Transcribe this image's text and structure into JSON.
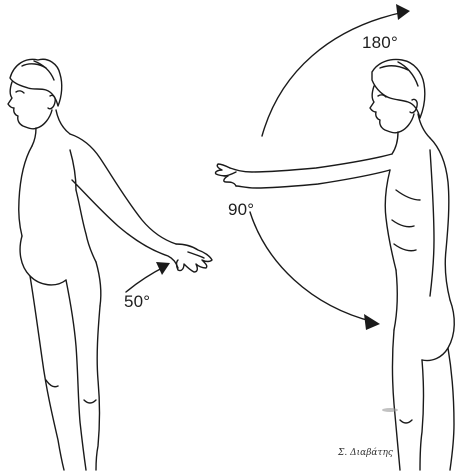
{
  "figure": {
    "labels": {
      "flexion": "180°",
      "horizontal": "90°",
      "extension": "50°"
    },
    "signature": "Σ. Διαβάτης",
    "line_color": "#1a1a1a"
  }
}
